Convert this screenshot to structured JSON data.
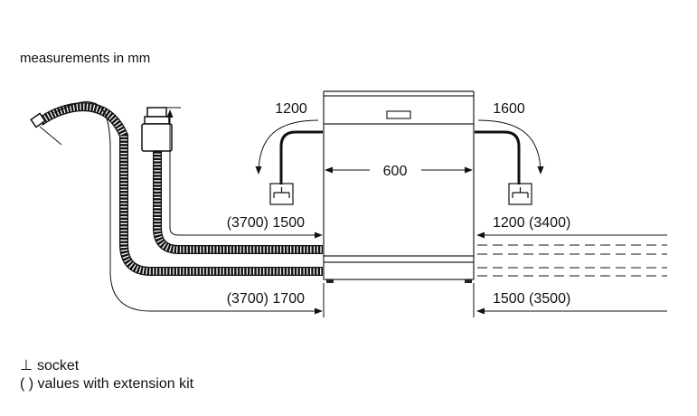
{
  "diagram": {
    "title": "measurements in mm",
    "dim_width": "600",
    "dim_left_cable": "1200",
    "dim_right_cable": "1600",
    "dim_left_upper": "(3700) 1500",
    "dim_left_lower": "(3700) 1700",
    "dim_right_upper": "1200 (3400)",
    "dim_right_lower": "1500 (3500)"
  },
  "legend": {
    "socket_symbol": "⊥",
    "socket_label": "socket",
    "extension_label": "( ) values with extension kit"
  }
}
